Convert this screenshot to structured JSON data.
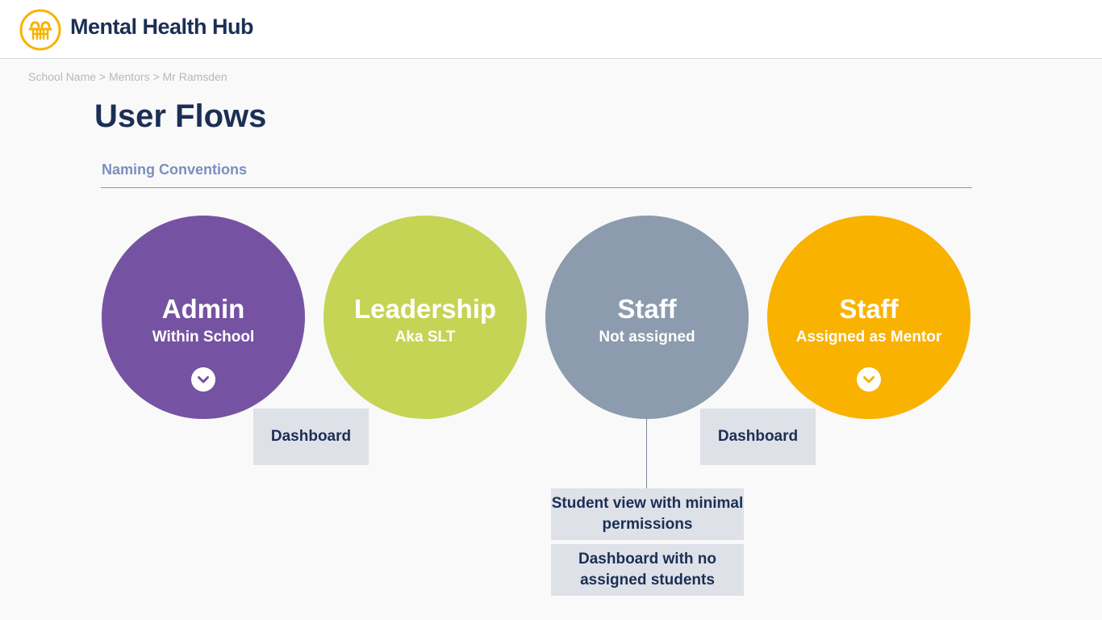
{
  "header": {
    "app_name": "Mental Health Hub",
    "logo_icon": "mhh-logo-icon",
    "brand_color": "#f9b200",
    "text_color": "#1b2f55"
  },
  "breadcrumb": "School Name > Mentors > Mr Ramsden",
  "page_title": "User Flows",
  "section": {
    "title": "Naming Conventions"
  },
  "roles": [
    {
      "title": "Admin",
      "subtitle": "Within School",
      "color": "#7653a2",
      "expandable": true,
      "expand_icon": "chevron-down-icon"
    },
    {
      "title": "Leadership",
      "subtitle": "Aka SLT",
      "color": "#c5d455",
      "expandable": false
    },
    {
      "title": "Staff",
      "subtitle": "Not assigned",
      "color": "#8c9bad",
      "expandable": false
    },
    {
      "title": "Staff",
      "subtitle": "Assigned as Mentor",
      "color": "#f9b200",
      "expandable": true,
      "expand_icon": "chevron-down-icon"
    }
  ],
  "flow_boxes": {
    "admin_dashboard": "Dashboard",
    "mentor_dashboard": "Dashboard",
    "staff_student_view": "Student view with minimal permissions",
    "staff_dashboard_empty": "Dashboard with no assigned students"
  }
}
